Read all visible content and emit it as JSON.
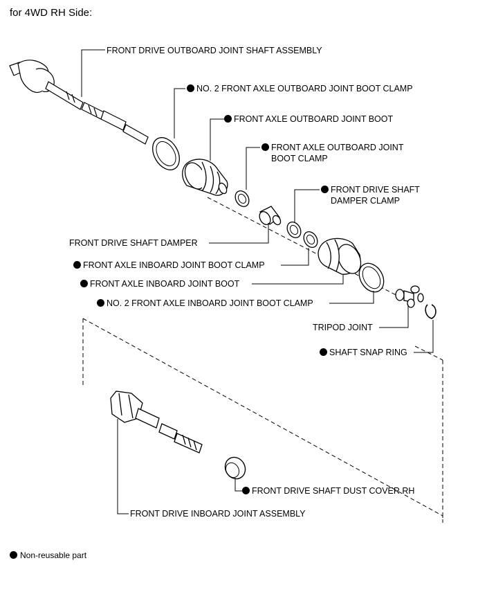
{
  "title": "for 4WD RH Side:",
  "labels": {
    "outboard_shaft": "FRONT DRIVE OUTBOARD JOINT SHAFT ASSEMBLY",
    "no2_outboard_clamp": "NO. 2 FRONT AXLE OUTBOARD JOINT BOOT CLAMP",
    "outboard_boot": "FRONT AXLE OUTBOARD JOINT BOOT",
    "outboard_clamp_1": "FRONT AXLE OUTBOARD JOINT",
    "outboard_clamp_2": "BOOT CLAMP",
    "damper_clamp_1": "FRONT DRIVE SHAFT",
    "damper_clamp_2": "DAMPER CLAMP",
    "damper": "FRONT DRIVE SHAFT DAMPER",
    "inboard_clamp": "FRONT AXLE INBOARD JOINT BOOT CLAMP",
    "inboard_boot": "FRONT AXLE INBOARD JOINT BOOT",
    "no2_inboard_clamp": "NO. 2 FRONT AXLE INBOARD JOINT BOOT CLAMP",
    "tripod": "TRIPOD JOINT",
    "snap_ring": "SHAFT SNAP RING",
    "dust_cover": "FRONT DRIVE SHAFT DUST COVER RH",
    "inboard_joint": "FRONT DRIVE INBOARD JOINT ASSEMBLY"
  },
  "legend": "Non-reusable part"
}
